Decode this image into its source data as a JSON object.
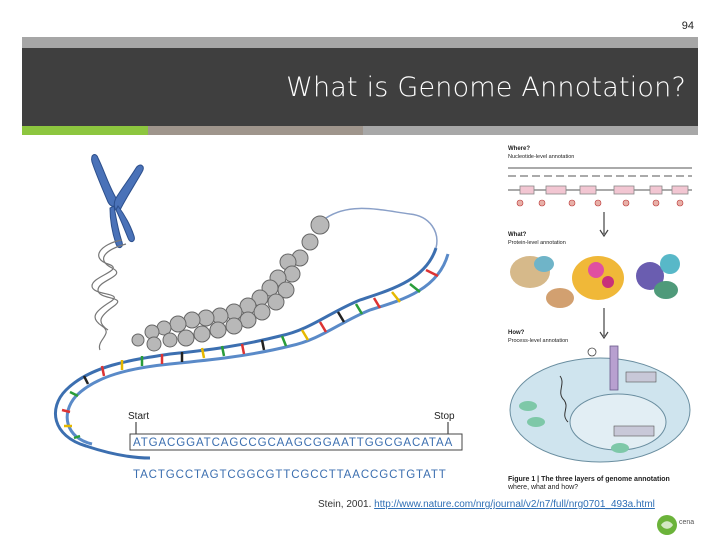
{
  "page_number": "94",
  "title": "What is Genome Annotation?",
  "left_figure": {
    "start_label": "Start",
    "stop_label": "Stop",
    "top_sequence": "ATGACGGATCAGCCGCAAGCGGAATTGGCGACATAA",
    "bottom_sequence": "TACTGCCTAGTCGGCGTTCGCCTTAACCGCTGTATT"
  },
  "right_figure": {
    "panel1_title": "Where?",
    "panel1_sub": "Nucleotide-level annotation",
    "panel2_title": "What?",
    "panel2_sub": "Protein-level annotation",
    "panel3_title": "How?",
    "panel3_sub": "Process-level annotation"
  },
  "caption": {
    "bold": "Figure 1 | The three layers of genome annotation",
    "rest": "where, what and how?"
  },
  "citation": {
    "text": "Stein, 2001. ",
    "link": "http://www.nature.com/nrg/journal/v2/n7/full/nrg0701_493a.html"
  },
  "logo_text": "cena",
  "colors": {
    "title_bar": "#3f3f3f",
    "accent_green": "#8dc63f",
    "link": "#2f6fb5"
  }
}
